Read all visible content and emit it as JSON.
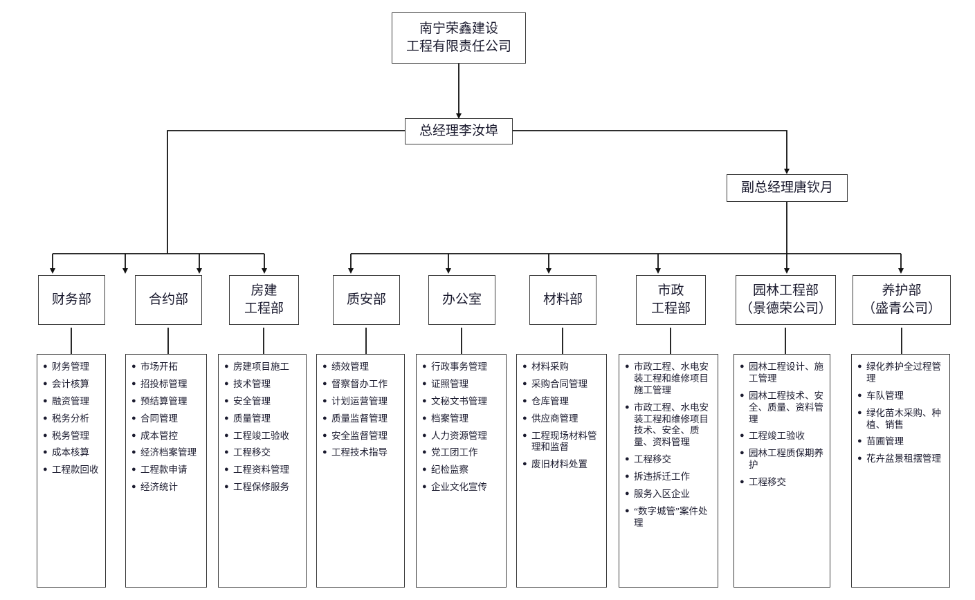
{
  "chart_type": "organization-chart",
  "company": {
    "name": "南宁荣鑫建设\n工程有限责任公司"
  },
  "general_manager": {
    "title": "总经理李汝埠"
  },
  "vice_general_manager": {
    "title": "副总经理唐钦月"
  },
  "departments": [
    {
      "id": "finance",
      "name": "财务部",
      "group": "gm",
      "duties": [
        "财务管理",
        "会计核算",
        "融资管理",
        "税务分析",
        "税务管理",
        "成本核算",
        "工程款回收"
      ]
    },
    {
      "id": "contract",
      "name": "合约部",
      "group": "gm",
      "duties": [
        "市场开拓",
        "招投标管理",
        "预结算管理",
        "合同管理",
        "成本管控",
        "经济档案管理",
        "工程款申请",
        "经济统计"
      ]
    },
    {
      "id": "building-engineering",
      "name": "房建\n工程部",
      "group": "gm",
      "duties": [
        "房建项目施工",
        "技术管理",
        "安全管理",
        "质量管理",
        "工程竣工验收",
        "工程移交",
        "工程资料管理",
        "工程保修服务"
      ]
    },
    {
      "id": "quality-safety",
      "name": "质安部",
      "group": "vgm",
      "duties": [
        "绩效管理",
        "督察督办工作",
        "计划运营管理",
        "质量监督管理",
        "安全监督管理",
        "工程技术指导"
      ]
    },
    {
      "id": "office",
      "name": "办公室",
      "group": "vgm",
      "duties": [
        "行政事务管理",
        "证照管理",
        "文秘文书管理",
        "档案管理",
        "人力资源管理",
        "党工团工作",
        "纪检监察",
        "企业文化宣传"
      ]
    },
    {
      "id": "materials",
      "name": "材料部",
      "group": "vgm",
      "duties": [
        "材料采购",
        "采购合同管理",
        "仓库管理",
        "供应商管理",
        "工程现场材料管理和监督",
        "废旧材料处置"
      ]
    },
    {
      "id": "municipal-engineering",
      "name": "市政\n工程部",
      "group": "vgm",
      "duties": [
        "市政工程、水电安装工程和维修项目施工管理",
        "市政工程、水电安装工程和维修项目技术、安全、质量、资料管理",
        "工程移交",
        "拆违拆迁工作",
        "服务入区企业",
        "“数字城管”案件处理"
      ]
    },
    {
      "id": "garden-engineering",
      "name": "园林工程部\n（景德荣公司）",
      "group": "vgm",
      "duties": [
        "园林工程设计、施工管理",
        "园林工程技术、安全、质量、资料管理",
        "工程竣工验收",
        "园林工程质保期养护",
        "工程移交"
      ]
    },
    {
      "id": "maintenance",
      "name": "养护部\n（盛青公司）",
      "group": "vgm",
      "duties": [
        "绿化养护全过程管理",
        "车队管理",
        "绿化苗木采购、种植、销售",
        "苗圃管理",
        "花卉盆景租摆管理"
      ]
    }
  ],
  "style": {
    "line_color": "#111111",
    "box_border": "#3a3a3a",
    "text_color": "#1a1a2e",
    "background": "#ffffff"
  }
}
